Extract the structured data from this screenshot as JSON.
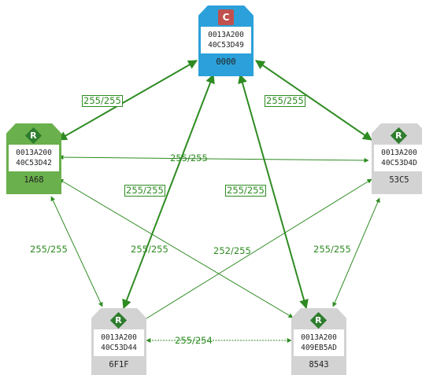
{
  "colors": {
    "link": "#2e8b22",
    "coordinator": "#2ba0da",
    "router_active": "#6ab04c",
    "router_inactive": "#d3d3d3",
    "badge_r": "#2e7d2e",
    "badge_c": "#c0504d"
  },
  "nodes": {
    "coordinator": {
      "badge": "C",
      "addr_high": "0013A200",
      "addr_low": "40C53D49",
      "net_id": "0000"
    },
    "router_left": {
      "badge": "R",
      "addr_high": "0013A200",
      "addr_low": "40C53D42",
      "net_id": "1A68"
    },
    "router_right": {
      "badge": "R",
      "addr_high": "0013A200",
      "addr_low": "40C53D4D",
      "net_id": "53C5"
    },
    "router_bottom_left": {
      "badge": "R",
      "addr_high": "0013A200",
      "addr_low": "40C53D44",
      "net_id": "6F1F"
    },
    "router_bottom_right": {
      "badge": "R",
      "addr_high": "0013A200",
      "addr_low": "409EB5AD",
      "net_id": "8543"
    }
  },
  "links": {
    "coord_left": "255/255",
    "coord_right": "255/255",
    "left_right": "255/255",
    "coord_bottom_left": "255/255",
    "coord_bottom_right": "255/255",
    "left_bottom_left": "255/255",
    "left_bottom_right": "255/255",
    "right_bottom_left": "252/255",
    "right_bottom_right": "255/255",
    "bottom_left_bottom_right": "255/254"
  }
}
